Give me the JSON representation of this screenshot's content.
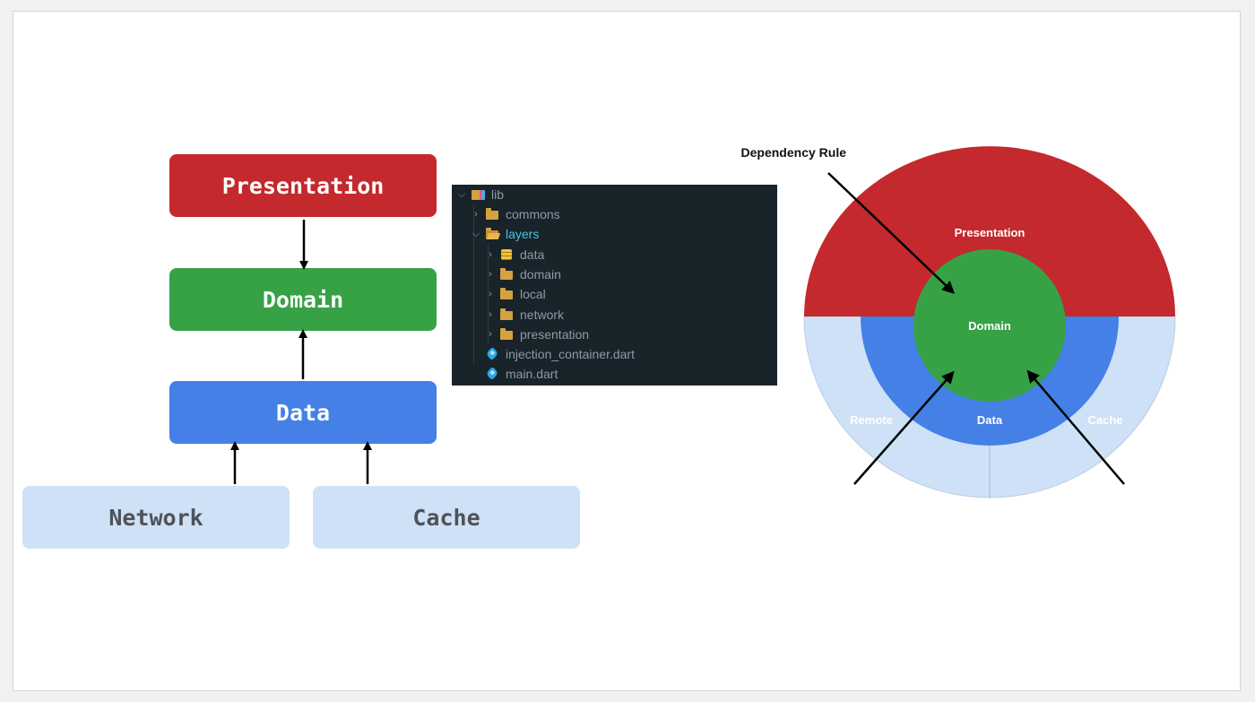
{
  "layers": {
    "presentation": "Presentation",
    "domain": "Domain",
    "data": "Data",
    "network": "Network",
    "cache": "Cache"
  },
  "colors": {
    "presentation": "#c3292d",
    "domain": "#37a146",
    "data": "#4480e6",
    "outer": "#cfe1f6",
    "outer_text": "#4f5257",
    "tree_bg": "#19232a",
    "tree_text": "#8d9aa5",
    "tree_active": "#49c3e8"
  },
  "tree": [
    {
      "label": "lib",
      "depth": 0,
      "expanded": true,
      "icon": "lib-folder-icon"
    },
    {
      "label": "commons",
      "depth": 1,
      "expanded": false,
      "icon": "folder-icon"
    },
    {
      "label": "layers",
      "depth": 1,
      "expanded": true,
      "icon": "folder-open-icon",
      "active": true
    },
    {
      "label": "data",
      "depth": 2,
      "expanded": false,
      "icon": "database-folder-icon"
    },
    {
      "label": "domain",
      "depth": 2,
      "expanded": false,
      "icon": "folder-icon"
    },
    {
      "label": "local",
      "depth": 2,
      "expanded": false,
      "icon": "folder-icon"
    },
    {
      "label": "network",
      "depth": 2,
      "expanded": false,
      "icon": "folder-icon"
    },
    {
      "label": "presentation",
      "depth": 2,
      "expanded": false,
      "icon": "folder-icon"
    },
    {
      "label": "injection_container.dart",
      "depth": 1,
      "icon": "dart-file-icon"
    },
    {
      "label": "main.dart",
      "depth": 1,
      "icon": "dart-file-icon"
    }
  ],
  "onion": {
    "presentation": "Presentation",
    "domain": "Domain",
    "data": "Data",
    "remote": "Remote",
    "cache": "Cache",
    "dependency_rule": "Dependency Rule"
  }
}
